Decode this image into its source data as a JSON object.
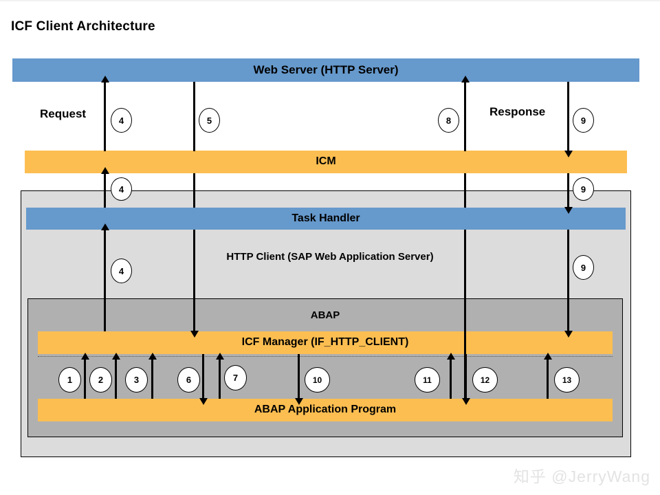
{
  "page": {
    "title": "ICF Client Architecture",
    "watermark": "知乎 @JerryWang"
  },
  "colors": {
    "blue": "#6699CC",
    "orange": "#FCBE51",
    "panel_gray": "#DCDCDC",
    "abap_gray": "#B0B0B0",
    "line": "#000000",
    "background": "#FFFFFF"
  },
  "diagram": {
    "type": "architecture-block-diagram",
    "bars": [
      {
        "id": "web-server",
        "label": "Web Server (HTTP Server)",
        "color": "#6699CC"
      },
      {
        "id": "icm",
        "label": "ICM",
        "color": "#FCBE51"
      },
      {
        "id": "task-handler",
        "label": "Task Handler",
        "color": "#6699CC"
      },
      {
        "id": "icf-manager",
        "label": "ICF Manager (IF_HTTP_CLIENT)",
        "color": "#FCBE51"
      },
      {
        "id": "abap-app",
        "label": "ABAP Application Program",
        "color": "#FCBE51"
      }
    ],
    "containers": [
      {
        "id": "http-client",
        "label": "HTTP Client (SAP Web Application Server)",
        "color": "#DCDCDC"
      },
      {
        "id": "abap",
        "label": "ABAP",
        "color": "#B0B0B0"
      }
    ],
    "flow_labels": [
      {
        "id": "request",
        "text": "Request"
      },
      {
        "id": "response",
        "text": "Response"
      }
    ],
    "steps": [
      {
        "n": "1",
        "direction": "up",
        "region": "abap"
      },
      {
        "n": "2",
        "direction": "up",
        "region": "abap"
      },
      {
        "n": "3",
        "direction": "up",
        "region": "abap"
      },
      {
        "n": "4",
        "direction": "up",
        "region": "top"
      },
      {
        "n": "4",
        "direction": "up",
        "region": "icm"
      },
      {
        "n": "4",
        "direction": "up",
        "region": "http-client"
      },
      {
        "n": "5",
        "direction": "down",
        "region": "top"
      },
      {
        "n": "6",
        "direction": "down",
        "region": "abap"
      },
      {
        "n": "7",
        "direction": "up",
        "region": "abap"
      },
      {
        "n": "8",
        "direction": "up",
        "region": "top"
      },
      {
        "n": "9",
        "direction": "down",
        "region": "top"
      },
      {
        "n": "9",
        "direction": "down",
        "region": "icm"
      },
      {
        "n": "9",
        "direction": "down",
        "region": "http-client"
      },
      {
        "n": "10",
        "direction": "down",
        "region": "abap"
      },
      {
        "n": "11",
        "direction": "up",
        "region": "abap"
      },
      {
        "n": "12",
        "direction": "down",
        "region": "abap"
      },
      {
        "n": "13",
        "direction": "up",
        "region": "abap"
      }
    ]
  }
}
